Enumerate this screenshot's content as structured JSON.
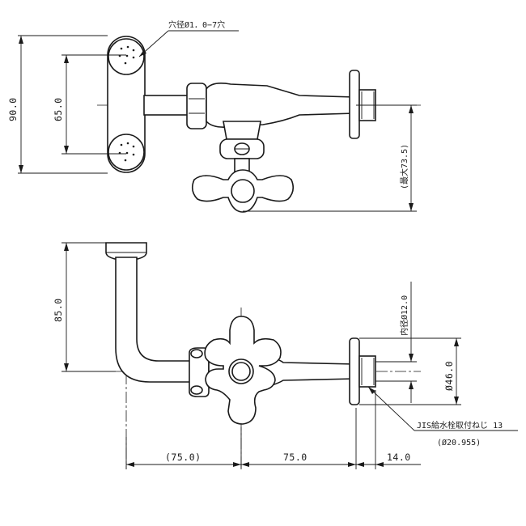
{
  "labels": {
    "hole": "穴径Ø1．0−7穴",
    "height_total": "90.0",
    "height_spacing": "65.0",
    "max_height": "(最大73.5)",
    "riser_height": "85.0",
    "inner_diameter": "内径Ø12.0",
    "flange_diameter": "Ø46.0",
    "jis_thread": "JIS給水栓取付ねじ 13",
    "jis_diameter": "(Ø20.955)",
    "len_left": "(75.0)",
    "len_right": "75.0",
    "len_end": "14.0"
  }
}
